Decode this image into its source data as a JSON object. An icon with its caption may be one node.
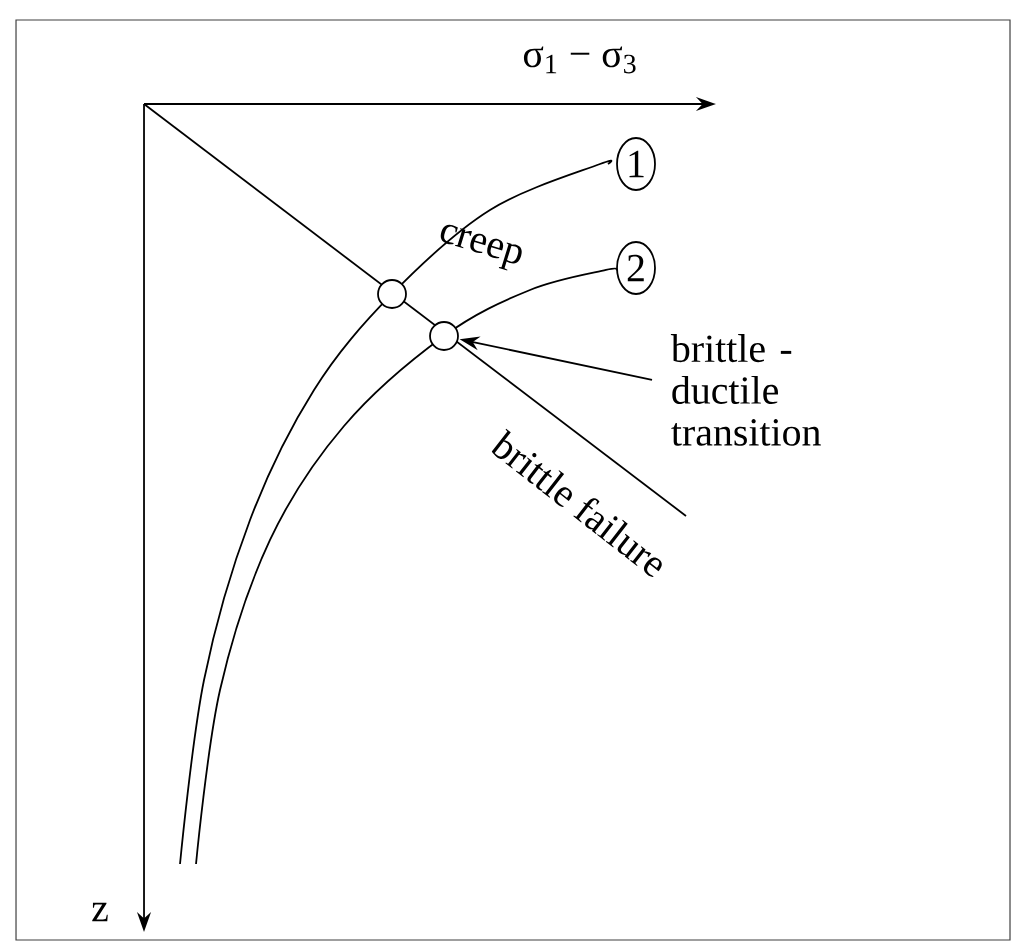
{
  "diagram": {
    "nodes": [
      {
        "text": [
          "1"
        ]
      },
      {
        "text": [
          "2"
        ]
      },
      {
        "text": [],
        "shape": "circle"
      },
      {
        "text": [],
        "shape": "circle"
      },
      {
        "text": [
          "brittle - ductile transition"
        ]
      }
    ],
    "edges": [
      {
        "from": 4,
        "to": 3,
        "arrow": "to"
      }
    ],
    "labels": [
      "σ$_{1}$ − σ$_{3}$",
      "creep",
      "brittle failure",
      "z"
    ]
  }
}
